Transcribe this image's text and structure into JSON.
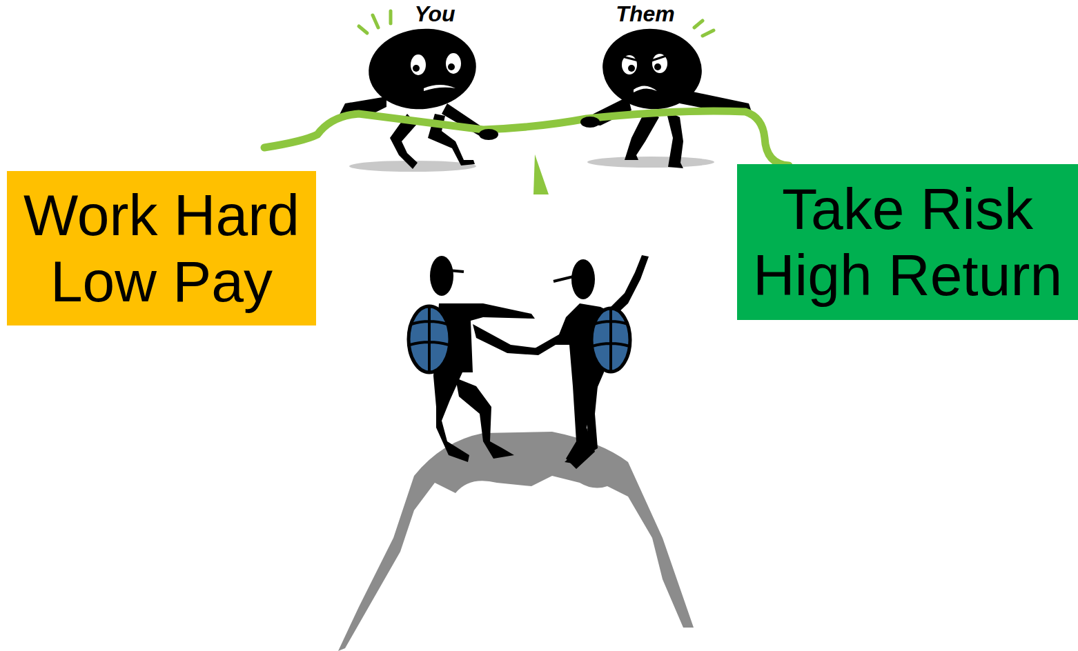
{
  "diagram": {
    "nodes": [
      {
        "text": [
          "Work Hard Low Pay"
        ]
      },
      {
        "text": [
          "Take Risk High Return"
        ]
      }
    ],
    "labels": [
      "You",
      "Them"
    ]
  }
}
